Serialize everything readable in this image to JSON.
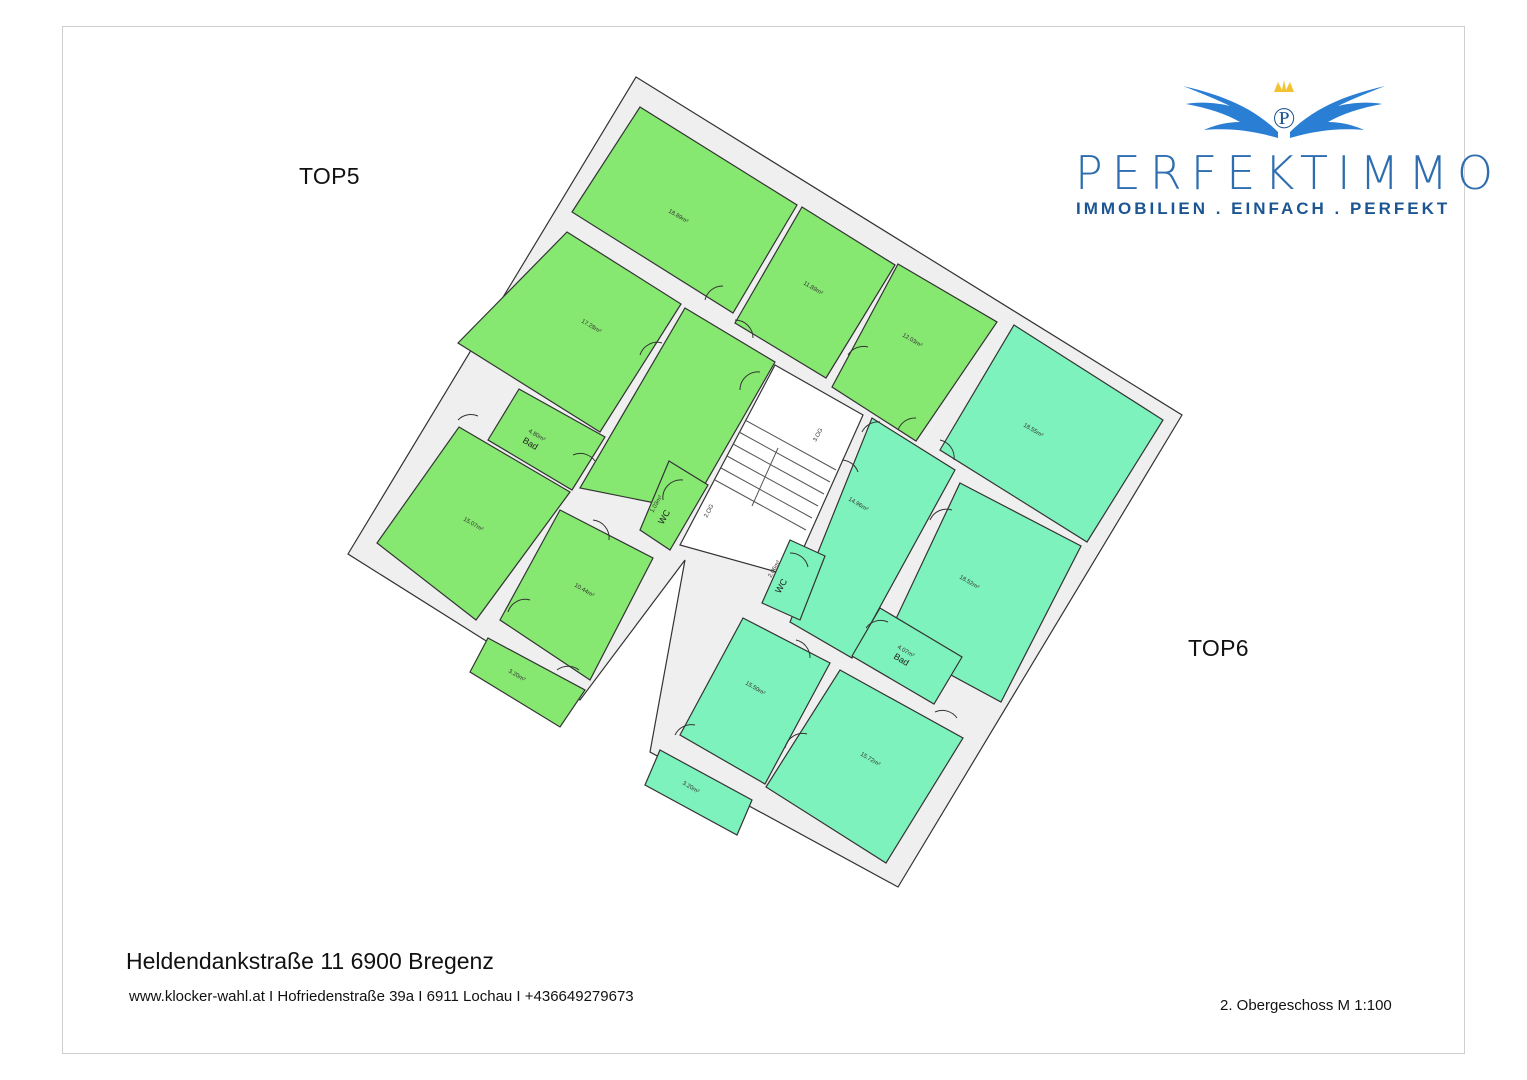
{
  "units": {
    "top5": "TOP5",
    "top6": "TOP6"
  },
  "logo": {
    "brand": "PERFEKTIMMO",
    "tagline": "IMMOBILIEN . EINFACH . PERFEKT",
    "brand_color": "#2e6eb0",
    "wing_color": "#2a7fd4",
    "crown_color": "#f2c230"
  },
  "rooms": {
    "r1": "18.89m²",
    "r2": "11.89m²",
    "r3": "12.03m²",
    "r4": "17.28m²",
    "r5_area": "4.80m²",
    "r5_name": "Bad",
    "r6": "15.07m²",
    "r7": "10.44m²",
    "r8": "3.20m²",
    "r9_area": "1.03m²",
    "r9_name": "WC",
    "r10": "14.96m²",
    "r11": "18.55m²",
    "r12": "18.52m²",
    "r13_area": "2.06m²",
    "r13_name": "WC",
    "r14_area": "4.07m²",
    "r14_name": "Bad",
    "r15": "15.50m²",
    "r16": "15.72m²",
    "r17": "3.20m²"
  },
  "stairs": {
    "up": "3.OG",
    "down": "2.OG"
  },
  "colors": {
    "top5": "#86e870",
    "top6": "#7ef2bc",
    "wall": "#efefef",
    "stroke": "#333333"
  },
  "footer": {
    "address": "Heldendankstraße 11 6900 Bregenz",
    "contact": "www.klocker-wahl.at I Hofriedenstraße 39a I 6911 Lochau I +436649279673",
    "scale": "2. Obergeschoss M 1:100"
  }
}
